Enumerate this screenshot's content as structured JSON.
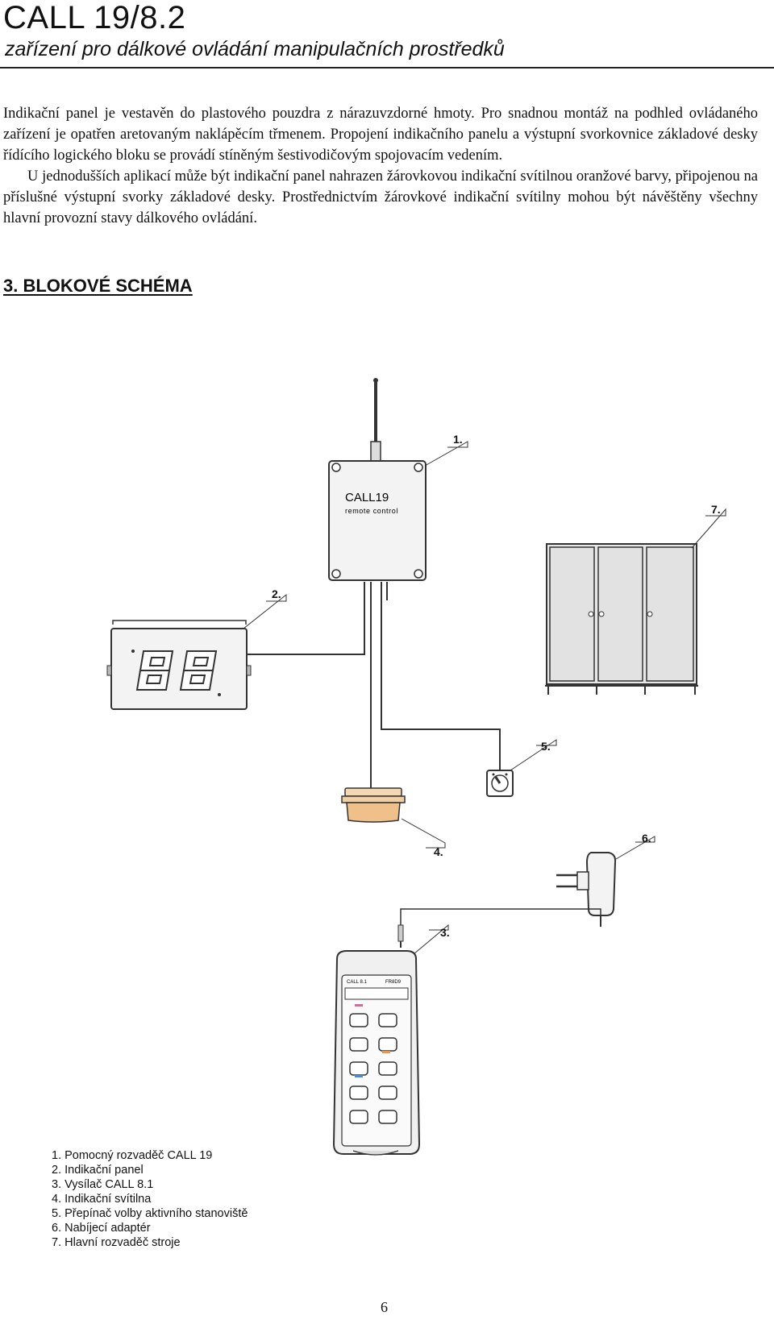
{
  "header": {
    "title": "CALL 19/8.2",
    "subtitle": "zařízení pro dálkové ovládání manipulačních prostředků"
  },
  "body": {
    "paragraph1": "Indikační panel je vestavěn do plastového pouzdra z nárazuvzdorné hmoty. Pro snadnou montáž na podhled ovládaného zařízení je opatřen aretovaným naklápěcím třmenem. Propojení indikačního panelu a výstupní svorkovnice základové desky řídícího logického bloku se provádí stíněným šestivodičovým spojovacím vedením.",
    "paragraph2": "U jednodušších aplikací může být indikační panel nahrazen žárovkovou indikační svítilnou oranžové barvy, připojenou na příslušné výstupní svorky základové desky. Prostřednictvím žárovkové indikační svítilny mohou být návěštěny všechny hlavní provozní stavy dálkového ovládání."
  },
  "section_heading": "3. BLOKOVÉ SCHÉMA",
  "diagram": {
    "callouts": [
      "1.",
      "2.",
      "3.",
      "4.",
      "5.",
      "6.",
      "7."
    ],
    "box_brand": "CALL19",
    "box_subtitle": "remote control",
    "transmitter_model": "CALL 8.1",
    "transmitter_code": "FR8D9",
    "colors": {
      "lamp_body": "#f0c08a",
      "lamp_rim": "#f4d8b4",
      "device_fill": "#f2f2f2",
      "cabinet_fill": "#e6e6e6",
      "line": "#333333"
    }
  },
  "legend": [
    "1. Pomocný rozvaděč CALL 19",
    "2. Indikační panel",
    "3. Vysílač CALL 8.1",
    "4. Indikační svítilna",
    "5. Přepínač volby aktivního stanoviště",
    "6. Nabíjecí adaptér",
    "7. Hlavní rozvaděč stroje"
  ],
  "page_number": "6"
}
